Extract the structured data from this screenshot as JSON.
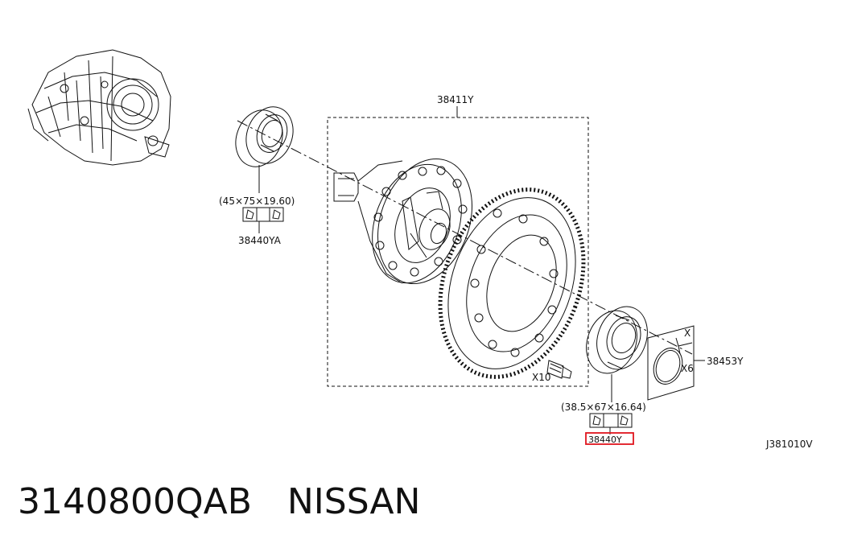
{
  "parts": {
    "differential_assembly": "38411Y",
    "left_bearing_size": "(45×75×19.60)",
    "left_bearing": "38440YA",
    "right_bearing_size": "(38.5×67×16.64)",
    "right_bearing": "38440Y",
    "shim": "38453Y",
    "shim_qty": "X6",
    "shim_dim": "X",
    "bolt_qty": "X10"
  },
  "diagram_code": "J381010V",
  "part_number": "3140800QAB",
  "brand": "NISSAN",
  "highlight_color": "#e0141e"
}
